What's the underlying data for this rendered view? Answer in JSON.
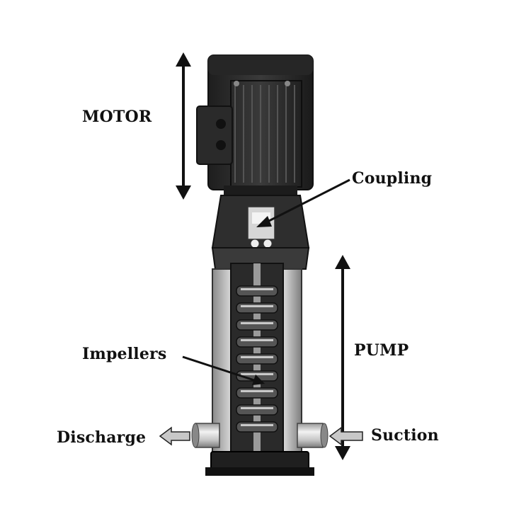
{
  "labels": {
    "motor": "MOTOR",
    "coupling": "Coupling",
    "pump": "PUMP",
    "impellers": "Impellers",
    "discharge": "Discharge",
    "suction": "Suction"
  },
  "colors": {
    "background": "#ffffff",
    "text": "#111111",
    "motor_body": "#2b2b2b",
    "steel": "#bdbdbd",
    "arrow_fill": "#c8c8c8"
  },
  "icons": {
    "motor": "electric-motor",
    "pump": "multistage-pump-column",
    "arrows": "flow-direction-arrows"
  }
}
